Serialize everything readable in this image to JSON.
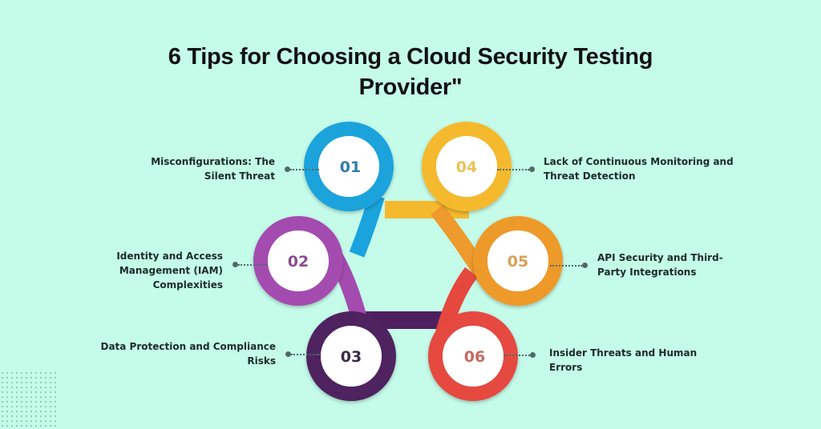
{
  "title": {
    "line1": "6 Tips for Choosing a Cloud Security Testing",
    "line2": "Provider\""
  },
  "colors": {
    "background": "#c4fbe9",
    "tip_01": "#1aa3dc",
    "tip_02": "#a44bb0",
    "tip_03": "#4f2060",
    "tip_04": "#f5b92e",
    "tip_05": "#ee9a2c",
    "tip_06": "#e5483f"
  },
  "tips": [
    {
      "number": "01",
      "line1": "Misconfigurations: The",
      "line2": "Silent Threat"
    },
    {
      "number": "02",
      "line1": "Identity and Access",
      "line2": "Management (IAM)",
      "line3": "Complexities"
    },
    {
      "number": "03",
      "line1": "Data Protection and Compliance",
      "line2": "Risks"
    },
    {
      "number": "04",
      "line1": "Lack of Continuous Monitoring and",
      "line2": "Threat Detection"
    },
    {
      "number": "05",
      "line1": "API Security and Third-",
      "line2": "Party Integrations"
    },
    {
      "number": "06",
      "line1": "Insider Threats and Human",
      "line2": "Errors"
    }
  ]
}
